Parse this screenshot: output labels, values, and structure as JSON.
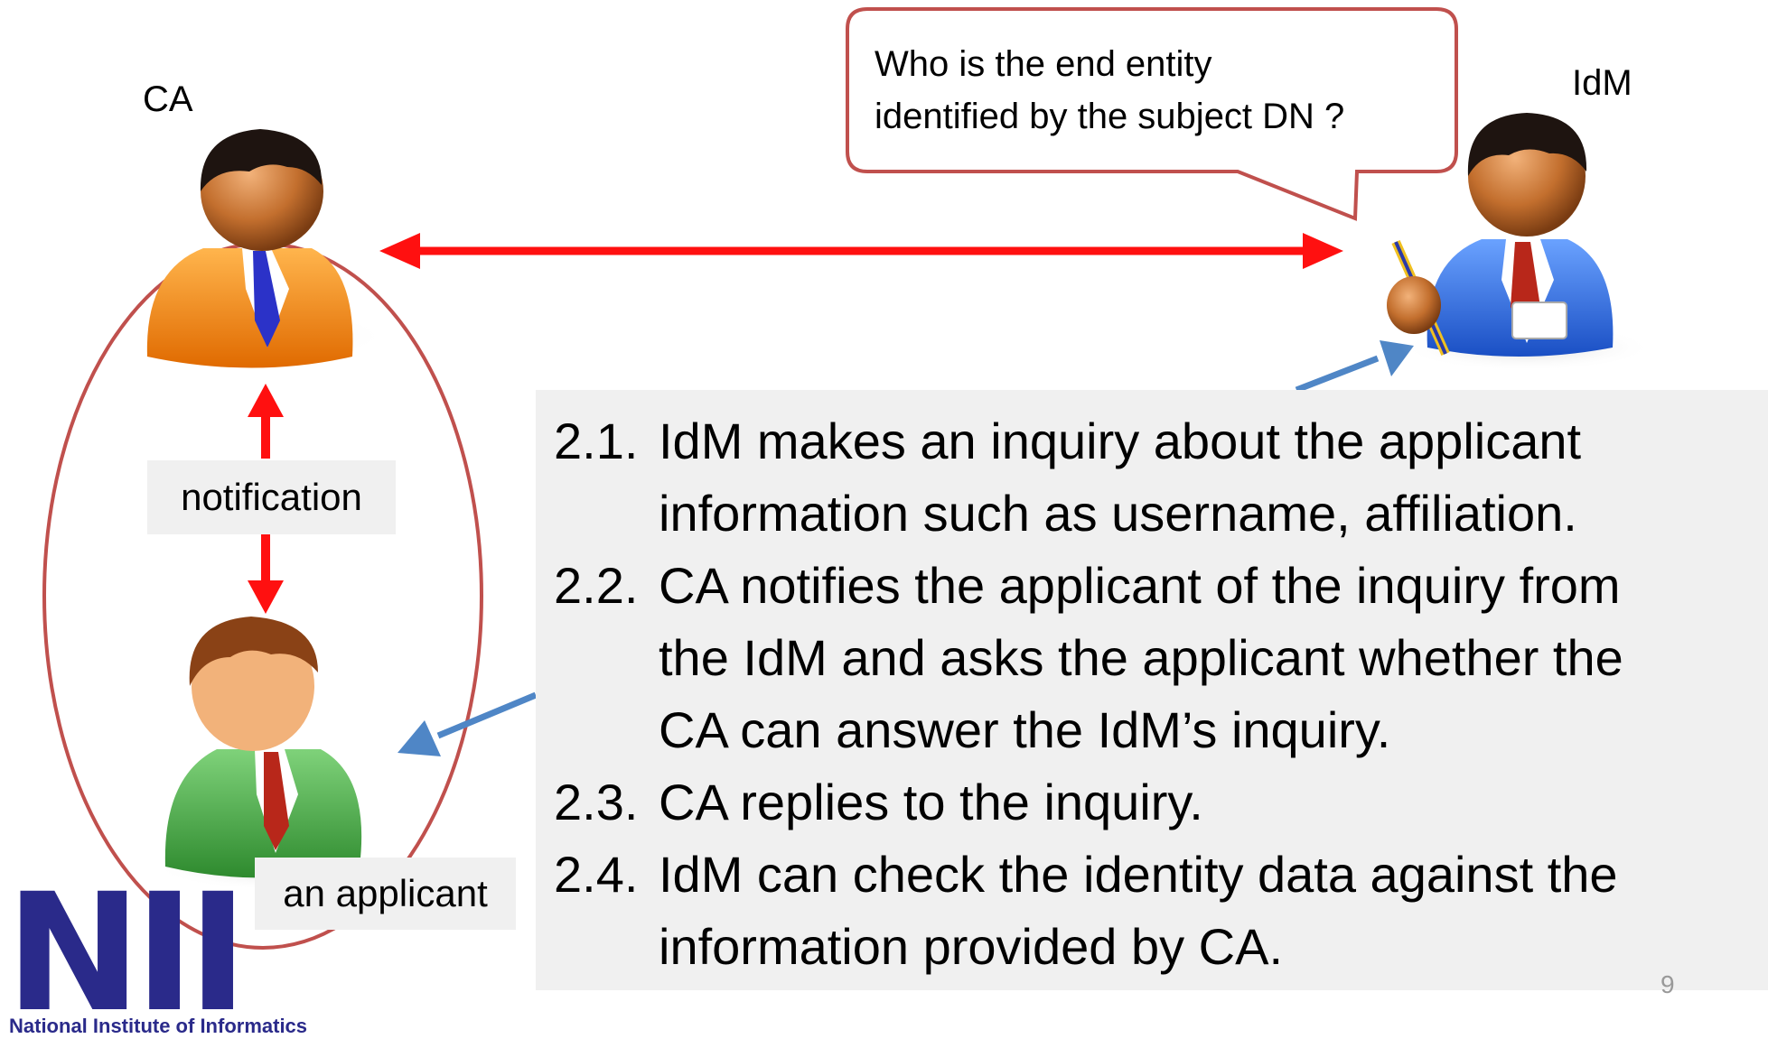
{
  "labels": {
    "ca": "CA",
    "idm": "IdM",
    "notification": "notification",
    "applicant": "an applicant"
  },
  "callout": {
    "lines": [
      "Who is the end entity",
      "identified by the subject DN ?"
    ]
  },
  "steps": [
    {
      "num": "2.1.",
      "lines": [
        "IdM makes an inquiry about the applicant",
        "information such as username, affiliation."
      ]
    },
    {
      "num": "2.2.",
      "lines": [
        "CA notifies the applicant of the inquiry from",
        "the IdM and asks the applicant whether the",
        "CA can answer the IdM’s inquiry."
      ]
    },
    {
      "num": "2.3.",
      "lines": [
        "CA replies to the inquiry."
      ]
    },
    {
      "num": "2.4.",
      "lines": [
        "IdM can check the identity data against the",
        "information provided by CA."
      ]
    }
  ],
  "page_number": "9",
  "logo": {
    "letters": "NII",
    "name": "National Institute of Informatics"
  },
  "colors": {
    "arrow_red": "#ff1010",
    "arrow_blue": "#4f86c6",
    "ellipse_border": "#c0504d",
    "panel_bg": "#f0f0f0",
    "logo_navy": "#2a2a8a"
  },
  "icons": [
    "ca-person-icon",
    "idm-person-icon",
    "applicant-person-icon"
  ]
}
